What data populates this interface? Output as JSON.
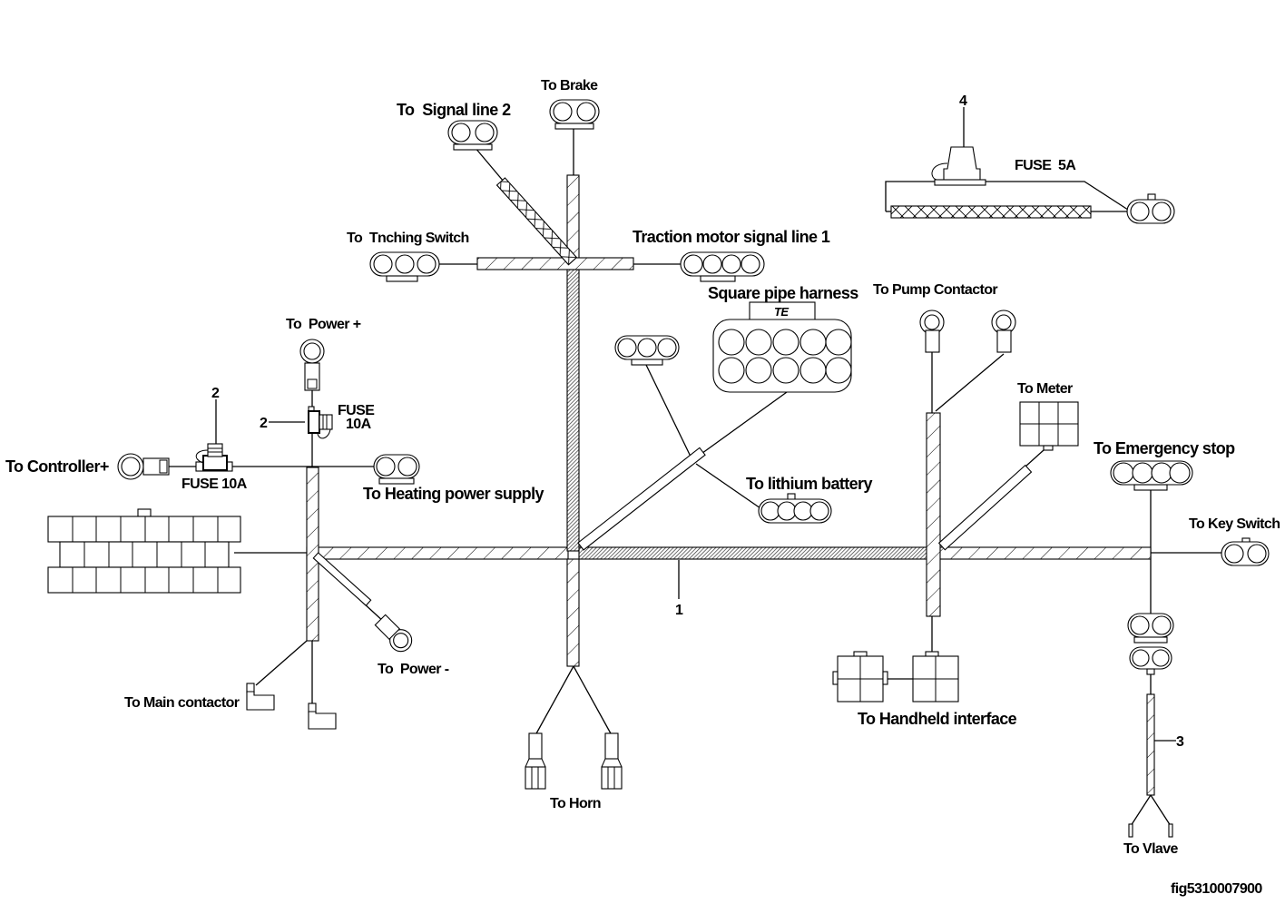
{
  "figure_id": "fig5310007900",
  "labels": {
    "brake": "To Brake",
    "signal_line_2": "To  Signal line 2",
    "inching_switch": "To  Tnching Switch",
    "traction_motor_signal_line_1": "Traction motor signal line 1",
    "square_pipe_harness": "Square pipe harness",
    "square_pipe_connector_mark": "TE",
    "pump_contactor": "To Pump Contactor",
    "power_plus": "To  Power +",
    "fuse_vertical_line1": "FUSE",
    "fuse_vertical_line2": "10A",
    "controller_plus": "To Controller+",
    "fuse_horizontal": "FUSE 10A",
    "heating_power_supply": "To Heating power supply",
    "lithium_battery": "To lithium battery",
    "meter": "To Meter",
    "emergency_stop": "To Emergency stop",
    "key_switch": "To Key Switch",
    "power_minus": "To  Power -",
    "main_contactor": "To Main contactor",
    "horn": "To Horn",
    "handheld_interface": "To Handheld interface",
    "valve": "To Vlave",
    "fuse_5a": "FUSE  5A"
  },
  "callouts": {
    "item_1": "1",
    "item_2_top": "2",
    "item_2_left": "2",
    "item_3": "3",
    "item_4": "4"
  }
}
